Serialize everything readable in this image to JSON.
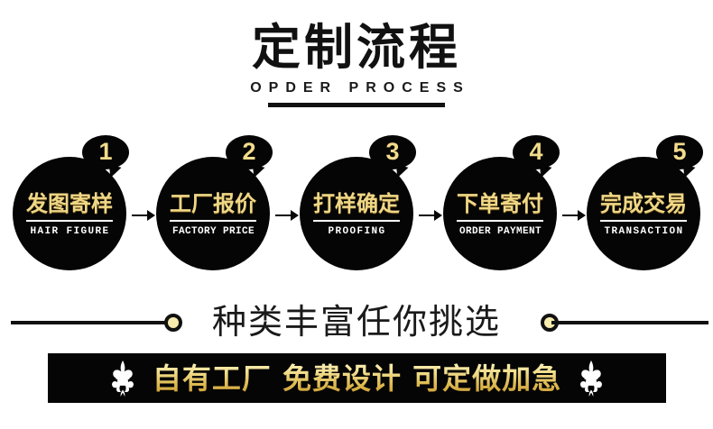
{
  "header": {
    "title_cn": "定制流程",
    "title_en": "OPDER PROCESS"
  },
  "flow": {
    "steps": [
      {
        "number": "1",
        "label_cn": "发图寄样",
        "label_en": "HAIR FIGURE"
      },
      {
        "number": "2",
        "label_cn": "工厂报价",
        "label_en": "FACTORY PRICE"
      },
      {
        "number": "3",
        "label_cn": "打样确定",
        "label_en": "PROOFING"
      },
      {
        "number": "4",
        "label_cn": "下单寄付",
        "label_en": "ORDER PAYMENT"
      },
      {
        "number": "5",
        "label_cn": "完成交易",
        "label_en": "TRANSACTION"
      }
    ],
    "arrow_icon": "arrow-right-icon"
  },
  "divider": {
    "text": "种类丰富任你挑选",
    "dot_icon": "circle-dot-icon"
  },
  "banner": {
    "text": "自有工厂 免费设计 可定做加急",
    "ornament_icon": "fleur-de-lis-icon"
  },
  "colors": {
    "gold": "#EFD786",
    "gold_light": "#F8ECAE",
    "gold_deep": "#C9982B",
    "black": "#050505",
    "white": "#ffffff"
  }
}
